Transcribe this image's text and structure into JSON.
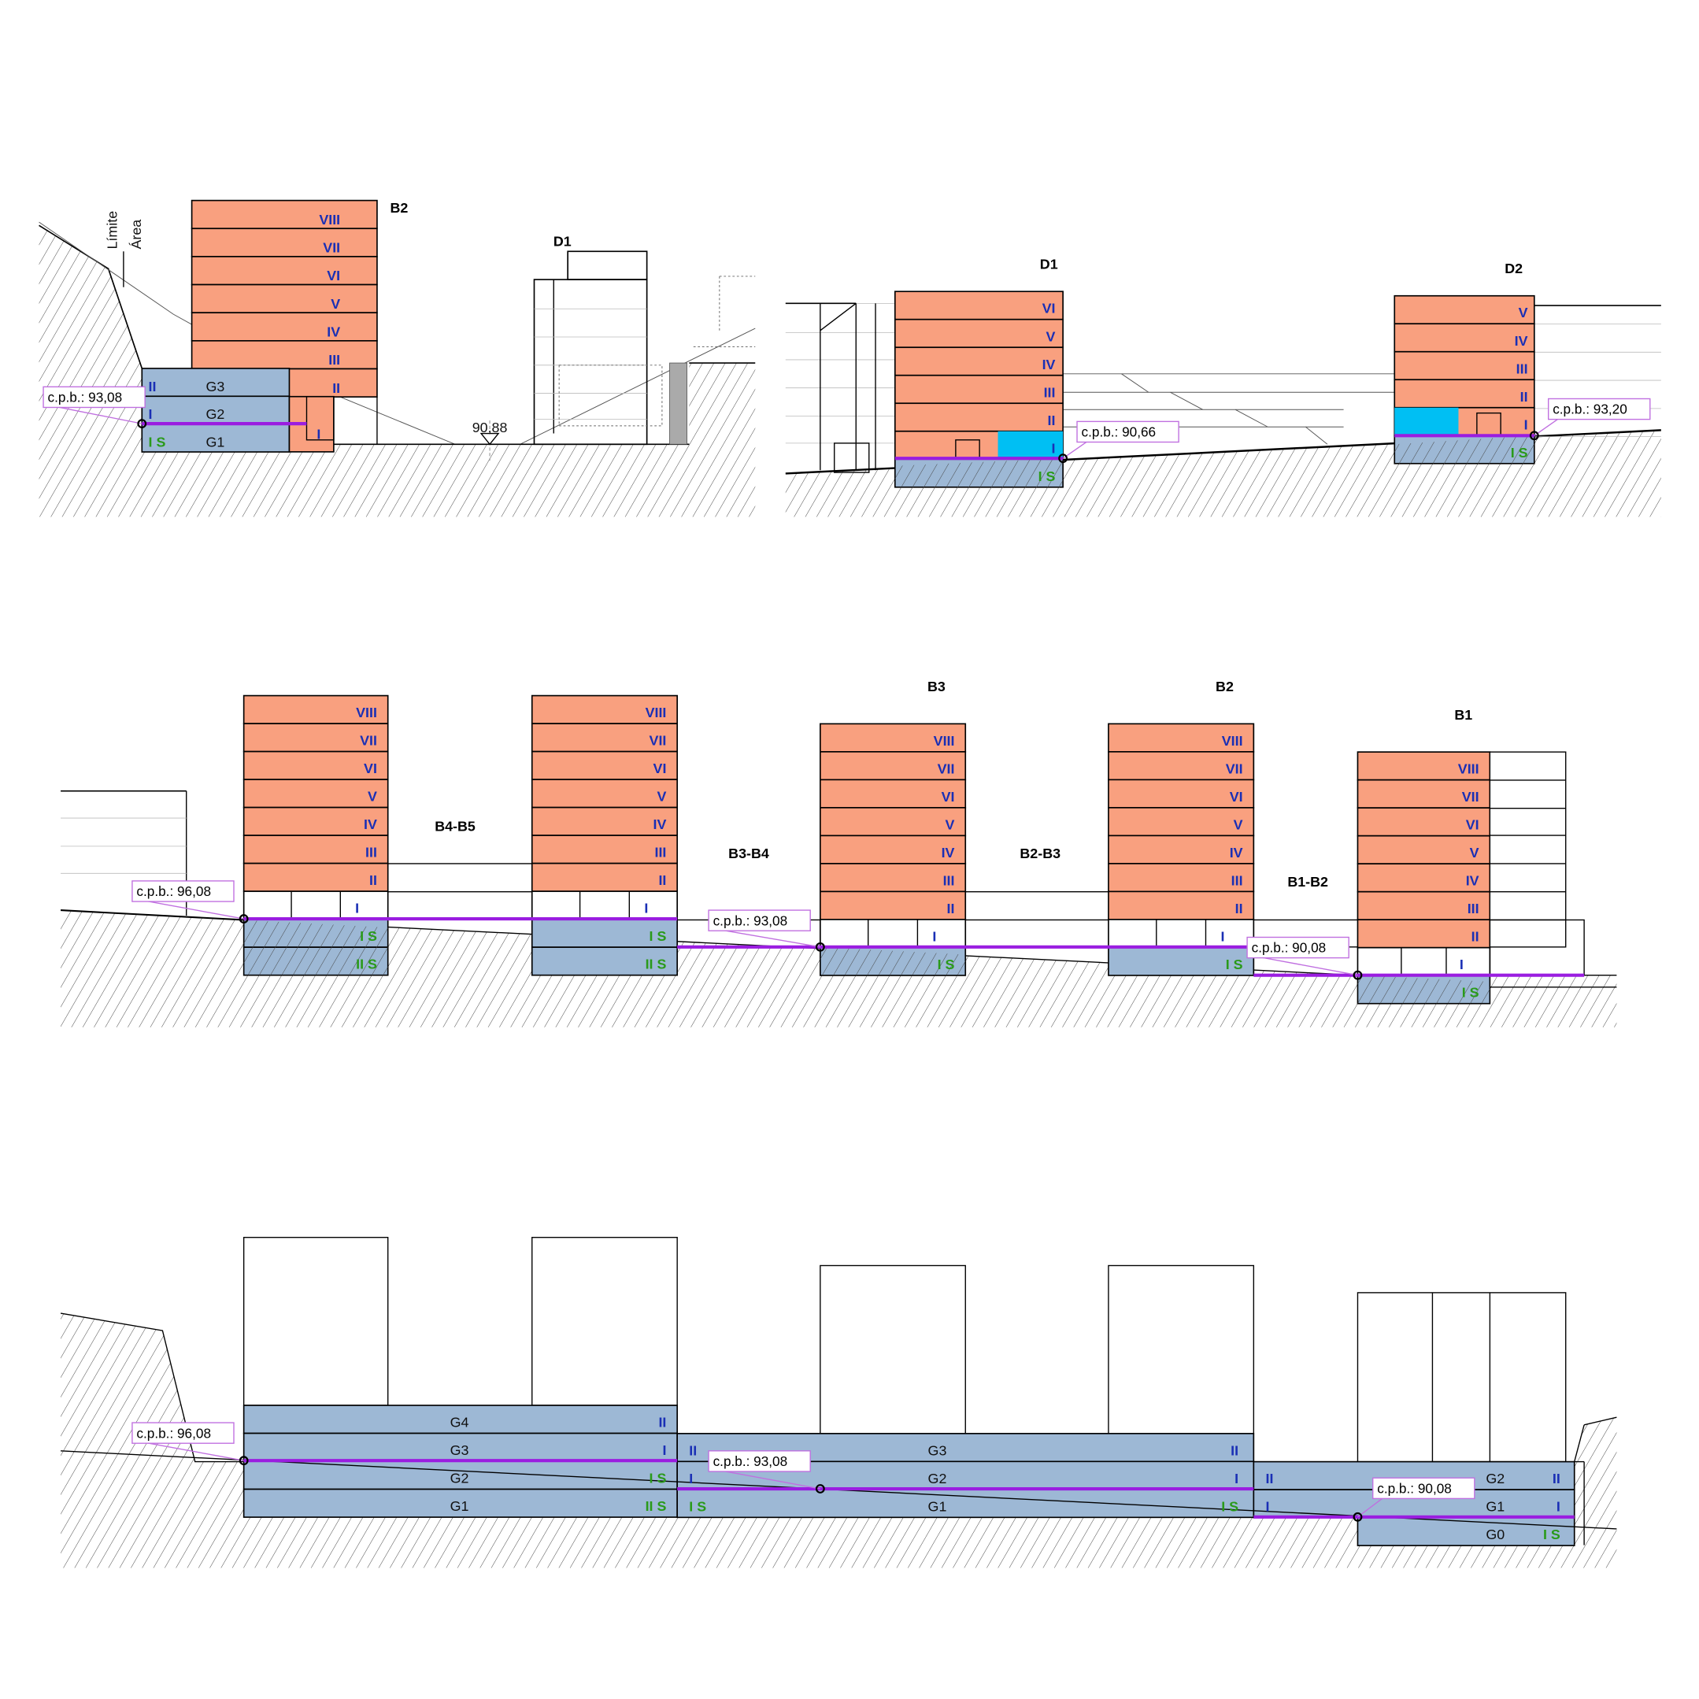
{
  "colors": {
    "floor": "#f9a07f",
    "garage": "#9db8d5",
    "cyan": "#00bff3",
    "level_line": "#9a1de0",
    "roman": "#1a2fb5",
    "sub": "#2a9a1a"
  },
  "s1": {
    "b2_title": "B2",
    "b2_floors": [
      "VIII",
      "VII",
      "VI",
      "V",
      "IV",
      "III",
      "II"
    ],
    "b2_low": "I",
    "garage": [
      {
        "level": "II",
        "name": "G3"
      },
      {
        "level": "I",
        "name": "G2"
      },
      {
        "level": "I S",
        "name": "G1"
      }
    ],
    "d1_title": "D1",
    "level_mark": "90,88",
    "limit_label": [
      "Límite",
      "Área"
    ],
    "cpb": "c.p.b.: 93,08"
  },
  "s2": {
    "d1_title": "D1",
    "d1_floors": [
      "VI",
      "V",
      "IV",
      "III",
      "II",
      "I",
      "I S"
    ],
    "d1_cpb": "c.p.b.: 90,66",
    "d2_title": "D2",
    "d2_floors": [
      "V",
      "IV",
      "III",
      "II",
      "I",
      "I S"
    ],
    "d2_cpb": "c.p.b.: 93,20"
  },
  "s3": {
    "buildings": [
      {
        "title": "",
        "floors": [
          "VIII",
          "VII",
          "VI",
          "V",
          "IV",
          "III",
          "II",
          "I",
          "I S",
          "II S"
        ]
      },
      {
        "title": "",
        "floors": [
          "VIII",
          "VII",
          "VI",
          "V",
          "IV",
          "III",
          "II",
          "I",
          "I S",
          "II S"
        ]
      },
      {
        "title": "B3",
        "floors": [
          "VIII",
          "VII",
          "VI",
          "V",
          "IV",
          "III",
          "II",
          "I",
          "I S"
        ]
      },
      {
        "title": "B2",
        "floors": [
          "VIII",
          "VII",
          "VI",
          "V",
          "IV",
          "III",
          "II",
          "I",
          "I S"
        ]
      },
      {
        "title": "B1",
        "floors": [
          "VIII",
          "VII",
          "VI",
          "V",
          "IV",
          "III",
          "II",
          "I",
          "I S"
        ]
      }
    ],
    "gaps": [
      "B4-B5",
      "B3-B4",
      "B2-B3",
      "B1-B2"
    ],
    "cpb": [
      "c.p.b.: 96,08",
      "c.p.b.: 93,08",
      "c.p.b.: 90,08"
    ]
  },
  "s4": {
    "garage_a": [
      {
        "name": "G4",
        "level": "II"
      },
      {
        "name": "G3",
        "level": "I"
      },
      {
        "name": "G2",
        "level": "I S"
      },
      {
        "name": "G1",
        "level": "II S"
      }
    ],
    "garage_b": [
      {
        "name": "G3",
        "left": "II",
        "level": "II"
      },
      {
        "name": "G2",
        "left": "I",
        "level": "I"
      },
      {
        "name": "G1",
        "left": "I S",
        "level": "I S"
      }
    ],
    "garage_c": [
      {
        "name": "G2",
        "left": "II",
        "level": "II"
      },
      {
        "name": "G1",
        "left": "I",
        "level": "I"
      },
      {
        "name": "G0",
        "left": "",
        "level": "I S"
      }
    ],
    "cpb": [
      "c.p.b.: 96,08",
      "c.p.b.: 93,08",
      "c.p.b.: 90,08"
    ]
  }
}
